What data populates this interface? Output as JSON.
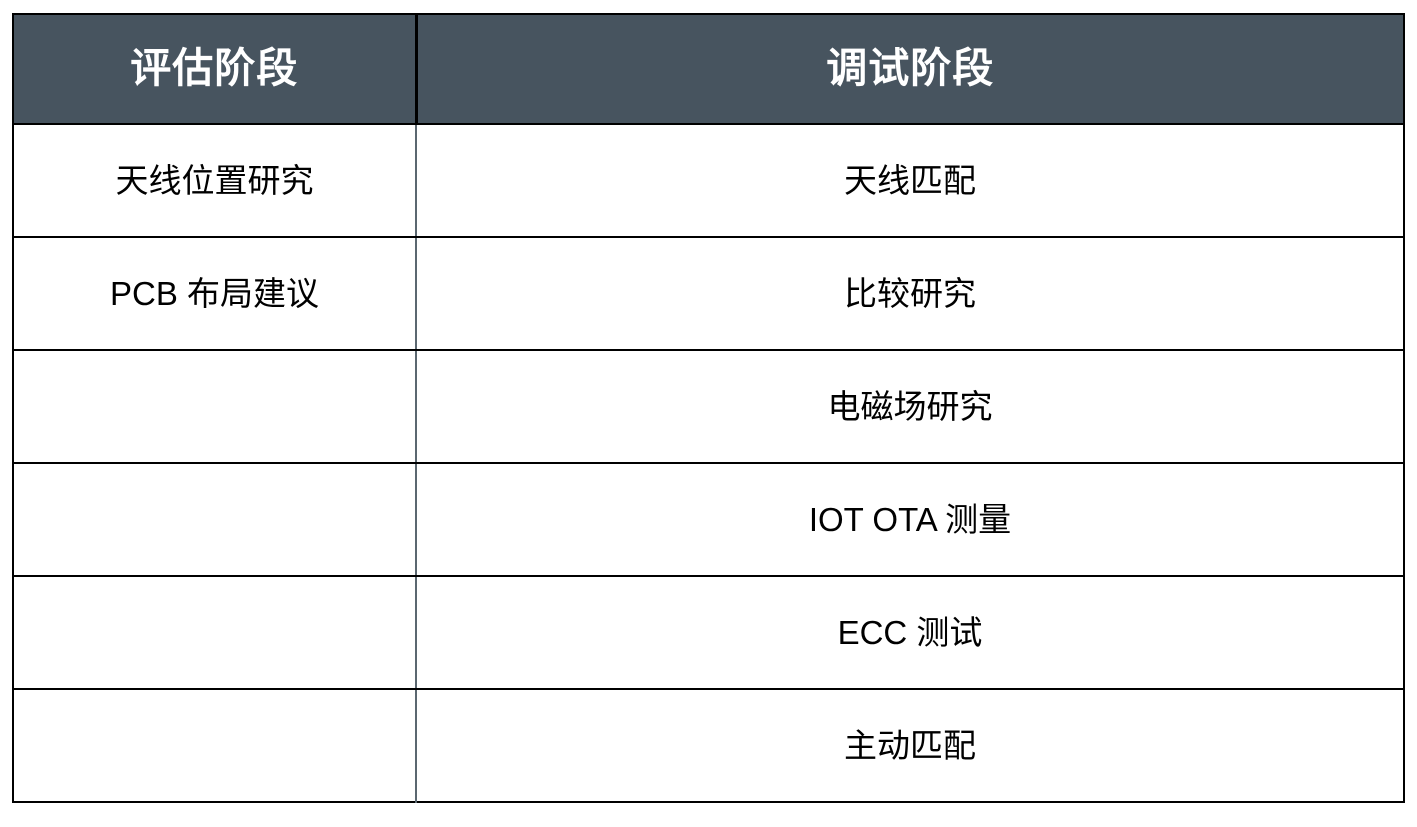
{
  "table": {
    "columns": [
      {
        "id": "evaluation",
        "header": "评估阶段"
      },
      {
        "id": "debugging",
        "header": "调试阶段"
      }
    ],
    "rows": [
      {
        "evaluation": "天线位置研究",
        "debugging": "天线匹配"
      },
      {
        "evaluation": "PCB 布局建议",
        "debugging": "比较研究"
      },
      {
        "evaluation": "",
        "debugging": "电磁场研究"
      },
      {
        "evaluation": "",
        "debugging": "IOT OTA 测量"
      },
      {
        "evaluation": "",
        "debugging": "ECC 测试"
      },
      {
        "evaluation": "",
        "debugging": "主动匹配"
      }
    ],
    "colors": {
      "header_background": "#47545F",
      "header_text": "#FFFFFF",
      "body_background": "#FFFFFF",
      "body_text": "#000000",
      "outer_border": "#000000",
      "row_divider": "#000000",
      "column_divider": "#5B6770"
    }
  }
}
